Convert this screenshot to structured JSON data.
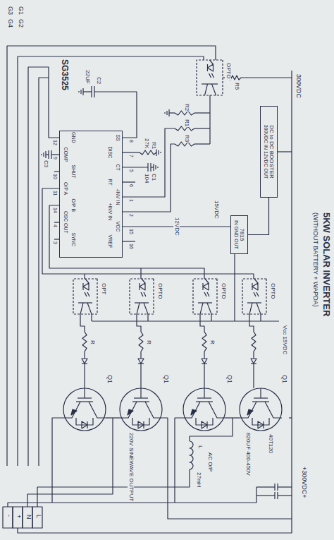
{
  "diagram": {
    "title": "5KW SOLAR INVERTER",
    "nodes": [
      {
        "text": [
          "SG3525"
        ]
      },
      {
        "text": [
          "DC to DC BOOSTER",
          "300VDC IN 12VDC OUT"
        ]
      },
      {
        "text": [
          "7815",
          "IN GND OUT"
        ]
      }
    ],
    "edges": [
      {
        "from": 1,
        "to": 2,
        "arrow": "none"
      },
      {
        "from": 2,
        "to": 0,
        "label": "12VDC",
        "arrow": "none"
      }
    ],
    "labels": [
      "G1",
      "G2",
      "G3",
      "G4",
      "300VDC",
      "OPTO",
      "R2",
      "R1",
      "R3",
      "R5",
      "C1",
      "104",
      "R1",
      "27K",
      "C2",
      "22UF",
      "SS",
      "8",
      "DISC",
      "7",
      "CT",
      "5",
      "RT",
      "6",
      "-INV IN",
      "1",
      "+INV IN",
      "2",
      "VCC",
      "15",
      "VREF",
      "16",
      "GND",
      "12",
      "COMP",
      "9",
      "SHUT",
      "10",
      "O/P A",
      "11",
      "O/P B",
      "14",
      "OSC OUT",
      "4",
      "SYNC",
      "3",
      "C3",
      "15VDC",
      "Vcc 15VDC",
      "OPTO",
      "OPTO",
      "OPTO",
      "OPT",
      "R",
      "R",
      "R",
      "Q1",
      "Q1",
      "Q1",
      "Q1",
      "40T120",
      "820UF 400-450V",
      "+300VDC+",
      "220V SINEWAVE OUTPUT",
      "L",
      "AC O/P",
      "27mH",
      "L",
      "N",
      "+",
      "-",
      "(WITHOUT BATTERY + WAPDA)"
    ]
  }
}
